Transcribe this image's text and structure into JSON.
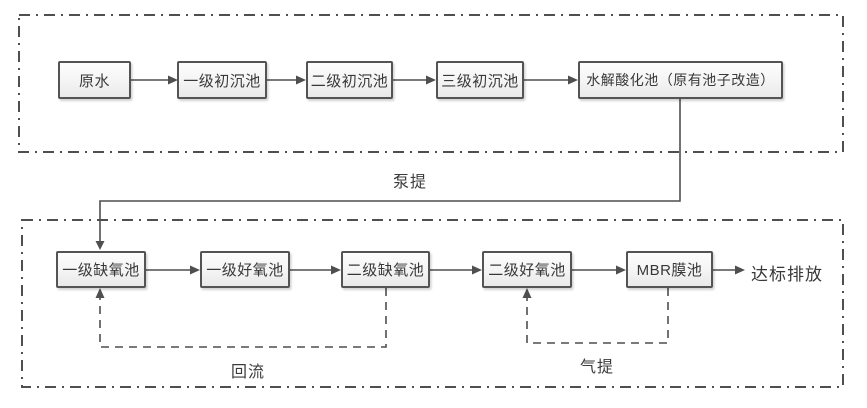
{
  "diagram": {
    "title_hint": "wastewater-treatment-process-flow",
    "colors": {
      "line": "#4f4f4f",
      "box_border": "#545454",
      "box_fill": "#f2f2f2",
      "text": "#383838",
      "background": "#ffffff"
    },
    "top_row": {
      "nodes": [
        {
          "label": "原水"
        },
        {
          "label": "一级初沉池"
        },
        {
          "label": "二级初沉池"
        },
        {
          "label": "三级初沉池"
        },
        {
          "label": "水解酸化池（原有池子改造）"
        }
      ]
    },
    "bottom_row": {
      "nodes": [
        {
          "label": "一级缺氧池"
        },
        {
          "label": "一级好氧池"
        },
        {
          "label": "二级缺氧池"
        },
        {
          "label": "二级好氧池"
        },
        {
          "label": "MBR膜池"
        }
      ],
      "outlet": "达标排放"
    },
    "edge_labels": {
      "pump_lift": "泵提",
      "reflux": "回流",
      "air_lift": "气提"
    },
    "flows": [
      "原水 -> 一级初沉池 -> 二级初沉池 -> 三级初沉池 -> 水解酸化池（原有池子改造）",
      "水解酸化池 -(泵提)-> 一级缺氧池 -> 一级好氧池 -> 二级缺氧池 -> 二级好氧池 -> MBR膜池 -> 达标排放",
      "二级缺氧池 -(回流, dashed)-> 一级缺氧池",
      "MBR膜池 -(气提, dashed)-> 二级好氧池"
    ]
  }
}
